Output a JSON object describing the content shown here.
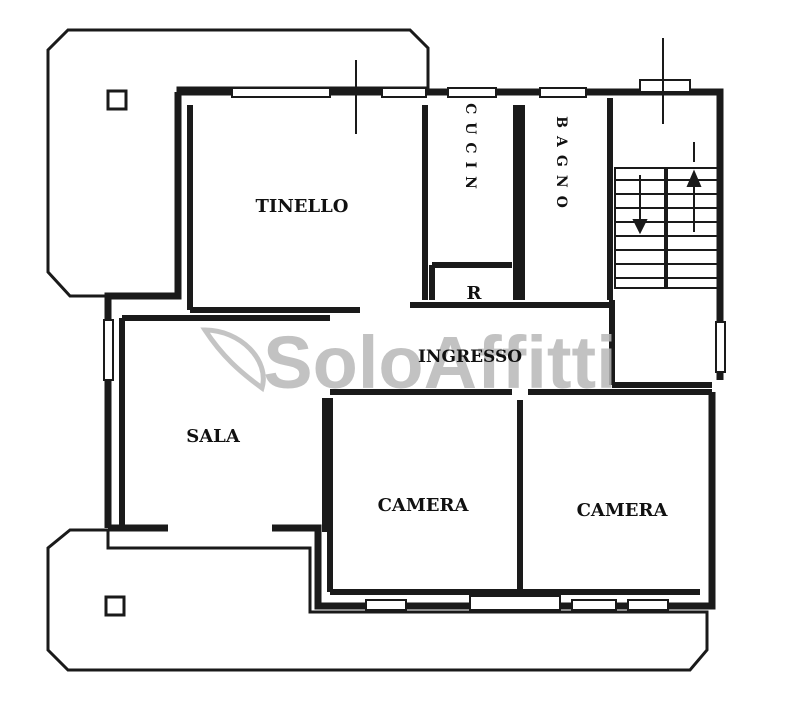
{
  "watermark": {
    "text": "SoloAffitti",
    "color": "#b8b8b8"
  },
  "rooms": {
    "tinello": "TINELLO",
    "cucina": "CUCIN",
    "bagno": "BAGNO",
    "ripostiglio": "R",
    "ingresso": "INGRESSO",
    "sala": "SALA",
    "camera_1": "CAMERA",
    "camera_2": "CAMERA"
  },
  "colors": {
    "ink": "#111111",
    "wall": "#1a1a1a",
    "paper": "#ffffff"
  }
}
